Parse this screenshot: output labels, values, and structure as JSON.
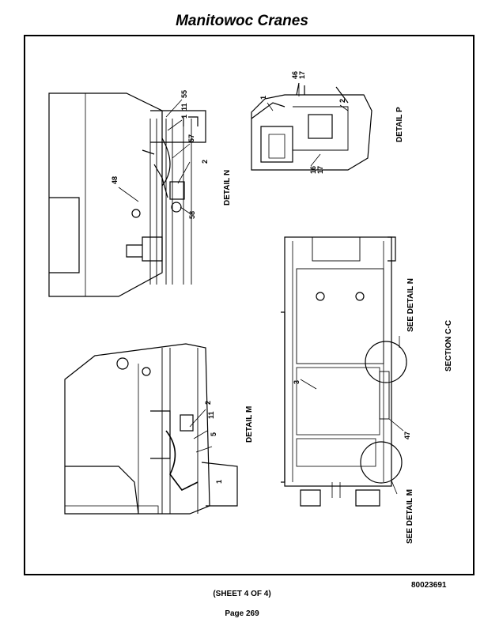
{
  "header": {
    "title": "Manitowoc Cranes"
  },
  "footer": {
    "document_number": "80023691",
    "sheet": "(SHEET 4 OF 4)",
    "page": "Page 269"
  },
  "drawing": {
    "details": {
      "m": "DETAIL M",
      "n": "DETAIL N",
      "p": "DETAIL P",
      "section": "SECTION C-C",
      "see_n": "SEE DETAIL N",
      "see_m": "SEE DETAIL M"
    },
    "callouts": {
      "n_55": "55",
      "n_11": "11",
      "n_1": "1",
      "n_57": "57",
      "n_2": "2",
      "n_48": "48",
      "n_58": "58",
      "p_46": "46",
      "p_17a": "17",
      "p_1": "1",
      "p_2": "2",
      "p_16": "16",
      "p_17b": "17",
      "m_2": "2",
      "m_11": "11",
      "m_5": "5",
      "m_1": "1",
      "s_3": "3",
      "s_47": "47"
    }
  }
}
